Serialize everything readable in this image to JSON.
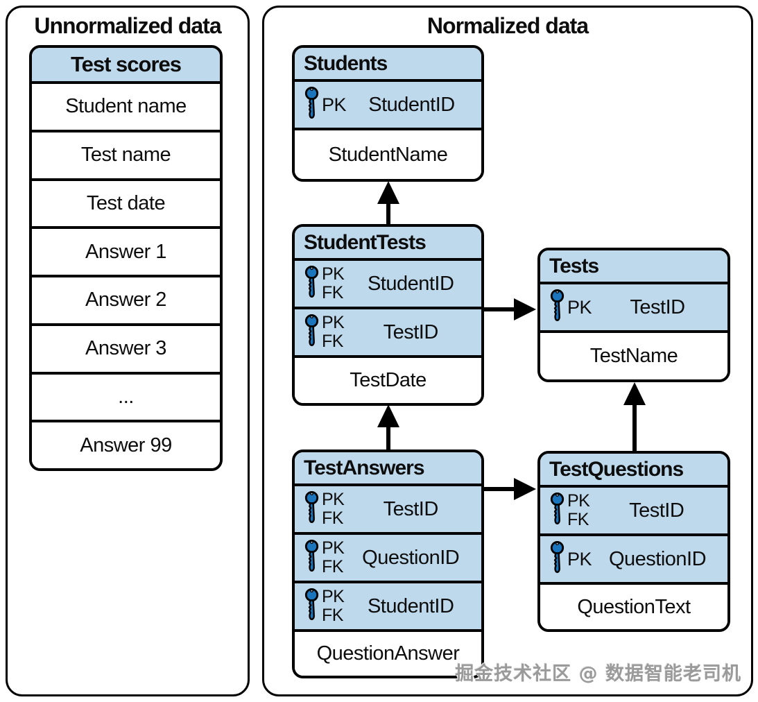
{
  "colors": {
    "table_fill": "#bfd9ec",
    "key_blue": "#1b75bc",
    "line": "#000000",
    "watermark_gray": "#9a9a9a"
  },
  "labels": {
    "pk": "PK",
    "fk": "FK"
  },
  "watermark": "掘金技术社区 @ 数据智能老司机",
  "unnormalized": {
    "title": "Unnormalized data",
    "table": {
      "header": "Test scores",
      "rows": [
        "Student name",
        "Test name",
        "Test date",
        "Answer 1",
        "Answer 2",
        "Answer 3",
        "...",
        "Answer 99"
      ]
    }
  },
  "normalized": {
    "title": "Normalized data",
    "tables": {
      "students": {
        "name": "Students",
        "rows": [
          {
            "keys": [
              "PK"
            ],
            "name": "StudentID"
          },
          {
            "keys": [],
            "name": "StudentName"
          }
        ]
      },
      "studenttests": {
        "name": "StudentTests",
        "rows": [
          {
            "keys": [
              "PK",
              "FK"
            ],
            "name": "StudentID"
          },
          {
            "keys": [
              "PK",
              "FK"
            ],
            "name": "TestID"
          },
          {
            "keys": [],
            "name": "TestDate"
          }
        ]
      },
      "tests": {
        "name": "Tests",
        "rows": [
          {
            "keys": [
              "PK"
            ],
            "name": "TestID"
          },
          {
            "keys": [],
            "name": "TestName"
          }
        ]
      },
      "testanswers": {
        "name": "TestAnswers",
        "rows": [
          {
            "keys": [
              "PK",
              "FK"
            ],
            "name": "TestID"
          },
          {
            "keys": [
              "PK",
              "FK"
            ],
            "name": "QuestionID"
          },
          {
            "keys": [
              "PK",
              "FK"
            ],
            "name": "StudentID"
          },
          {
            "keys": [],
            "name": "QuestionAnswer"
          }
        ]
      },
      "testquestions": {
        "name": "TestQuestions",
        "rows": [
          {
            "keys": [
              "PK",
              "FK"
            ],
            "name": "TestID"
          },
          {
            "keys": [
              "PK"
            ],
            "name": "QuestionID"
          },
          {
            "keys": [],
            "name": "QuestionText"
          }
        ]
      }
    },
    "relationships": [
      {
        "from": "StudentTests",
        "to": "Students"
      },
      {
        "from": "StudentTests",
        "to": "Tests"
      },
      {
        "from": "TestAnswers",
        "to": "StudentTests"
      },
      {
        "from": "TestAnswers",
        "to": "TestQuestions"
      },
      {
        "from": "TestQuestions",
        "to": "Tests"
      }
    ]
  }
}
